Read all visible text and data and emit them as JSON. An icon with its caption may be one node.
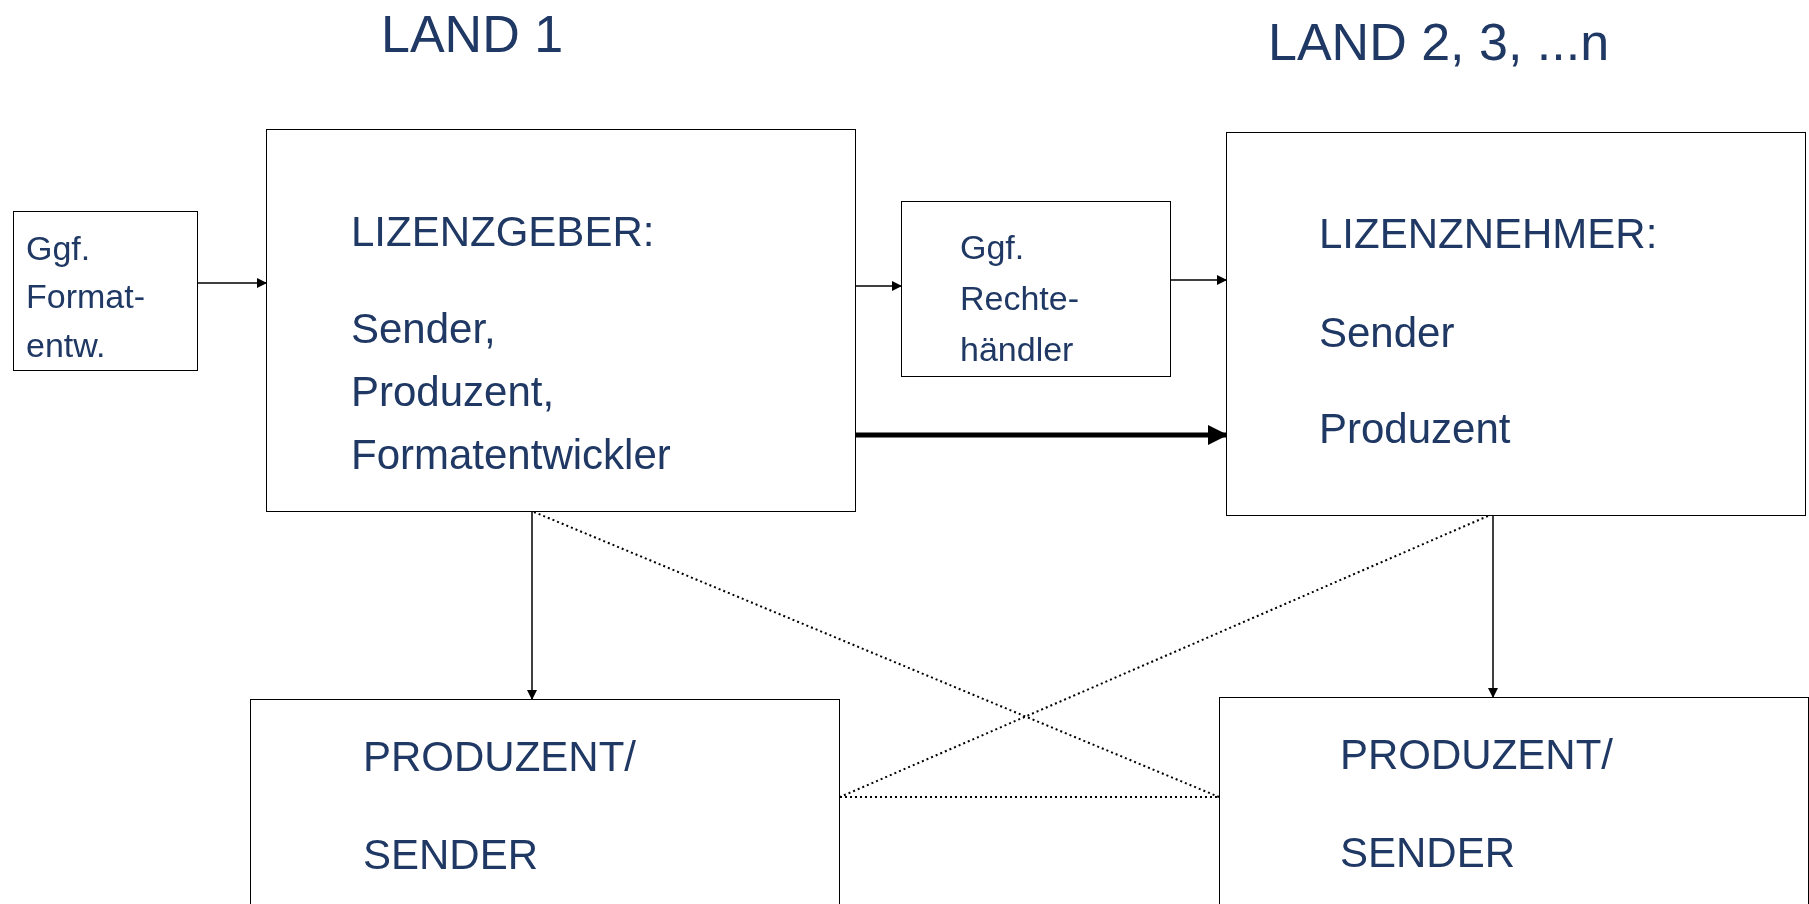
{
  "diagram": {
    "nodes": [
      {
        "text": [
          "Ggf. Format- entw."
        ]
      },
      {
        "text": [
          "LIZENZGEBER:",
          "Sender, Produzent, Formatentwickler"
        ]
      },
      {
        "text": [
          "Ggf. Rechte- händler"
        ]
      },
      {
        "text": [
          "LIZENZNEHMER:",
          "Sender",
          "Produzent"
        ]
      },
      {
        "text": [
          "PRODUZENT/ SENDER"
        ]
      },
      {
        "text": [
          "PRODUZENT/ SENDER"
        ]
      }
    ],
    "edges": [
      {
        "from": 0,
        "to": 1,
        "arrow": "to"
      },
      {
        "from": 1,
        "to": 2,
        "arrow": "to"
      },
      {
        "from": 2,
        "to": 3,
        "arrow": "to"
      },
      {
        "from": 1,
        "to": 3,
        "arrow": "to",
        "style": "thick"
      },
      {
        "from": 1,
        "to": 4,
        "arrow": "to"
      },
      {
        "from": 3,
        "to": 5,
        "arrow": "to"
      },
      {
        "from": 1,
        "to": 5,
        "arrow": "none",
        "style": "dashed"
      },
      {
        "from": 3,
        "to": 4,
        "arrow": "none",
        "style": "dashed"
      },
      {
        "from": 4,
        "to": 5,
        "arrow": "none",
        "style": "dashed"
      }
    ],
    "labels": [
      "LAND 1",
      "LAND 2, 3, ...n"
    ]
  }
}
